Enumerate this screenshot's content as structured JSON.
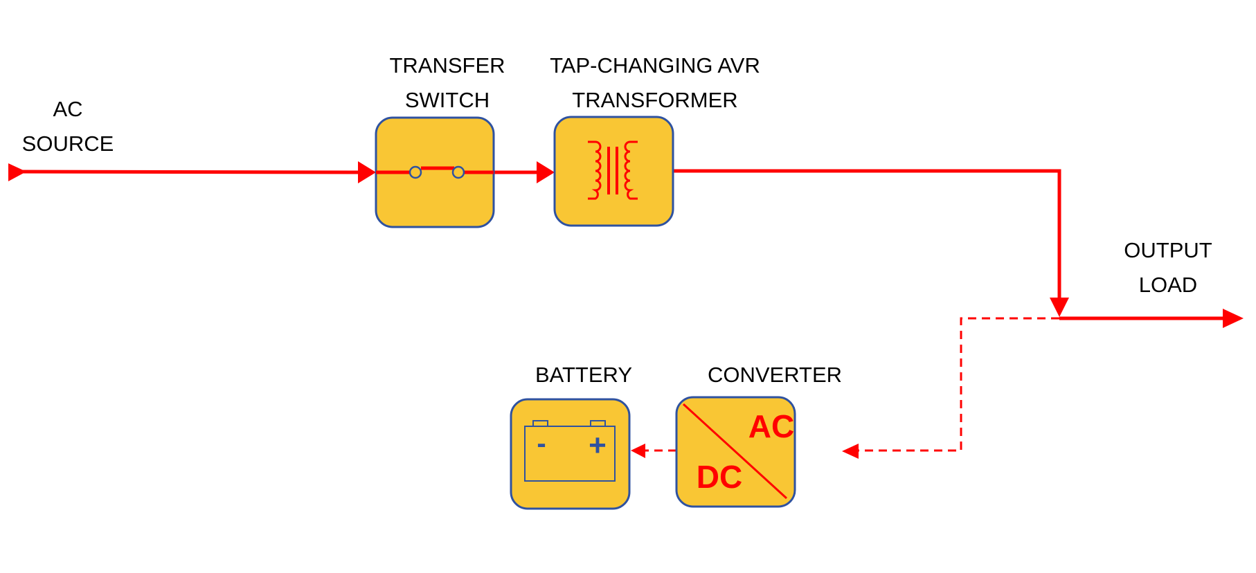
{
  "labels": {
    "ac_source": [
      "AC",
      "SOURCE"
    ],
    "transfer_switch": [
      "TRANSFER",
      "SWITCH"
    ],
    "transformer": [
      "TAP-CHANGING AVR",
      "TRANSFORMER"
    ],
    "output_load": [
      "OUTPUT",
      "LOAD"
    ],
    "battery": "BATTERY",
    "converter": "CONVERTER",
    "converter_ac": "AC",
    "converter_dc": "DC",
    "battery_minus": "-",
    "battery_plus": "+"
  },
  "colors": {
    "line": "#FF0000",
    "box_fill": "#F9C634",
    "box_stroke": "#2F52A0"
  },
  "icons": [
    "switch-icon",
    "transformer-icon",
    "battery-icon",
    "ac-dc-converter-icon"
  ]
}
